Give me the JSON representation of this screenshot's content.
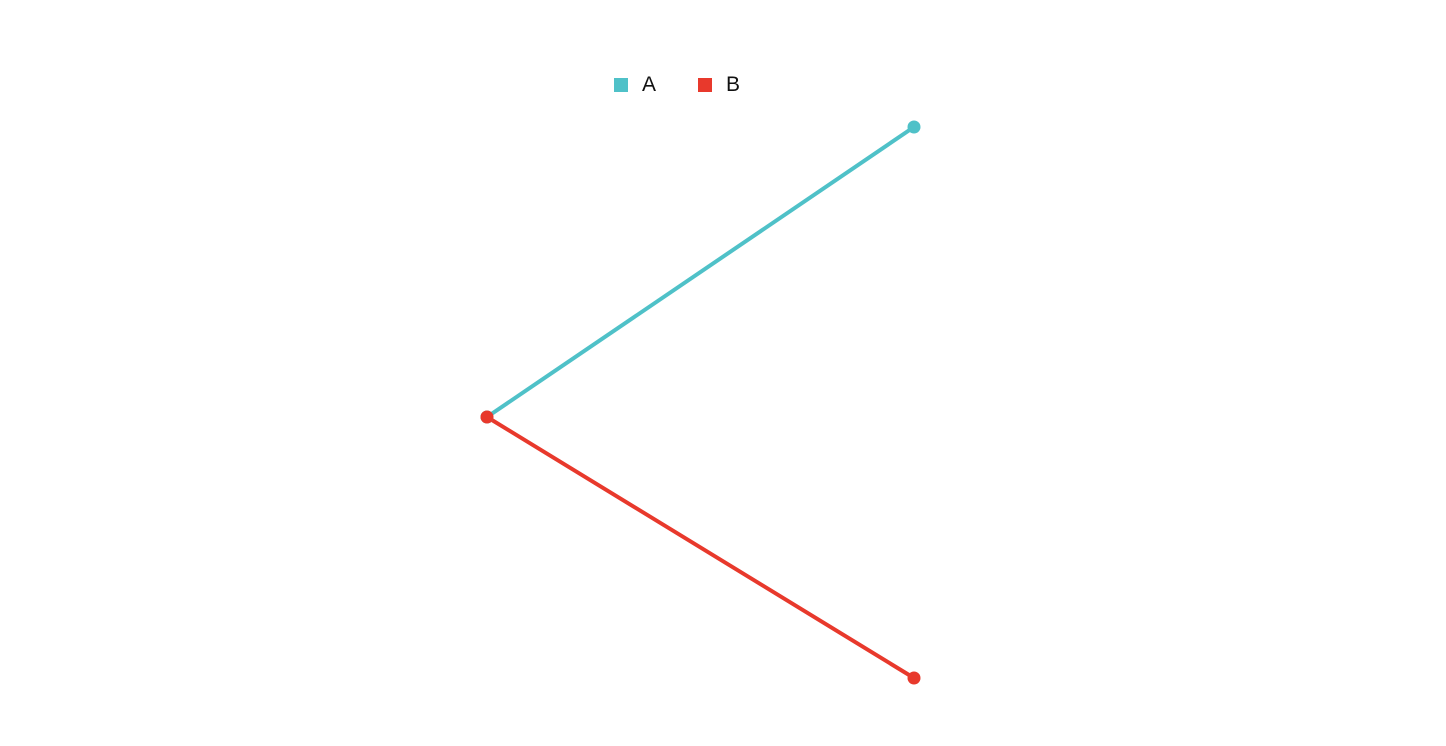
{
  "chart_data": {
    "type": "line",
    "title": "",
    "xlabel": "",
    "ylabel": "",
    "grid": false,
    "legend_position": "top-center",
    "x": [
      0,
      1
    ],
    "series": [
      {
        "name": "A",
        "color": "#4fc1c8",
        "values": [
          0,
          1
        ]
      },
      {
        "name": "B",
        "color": "#e8392c",
        "values": [
          0,
          -0.9
        ]
      }
    ],
    "xlim": [
      0,
      1
    ],
    "ylim": [
      -0.9,
      1
    ]
  }
}
